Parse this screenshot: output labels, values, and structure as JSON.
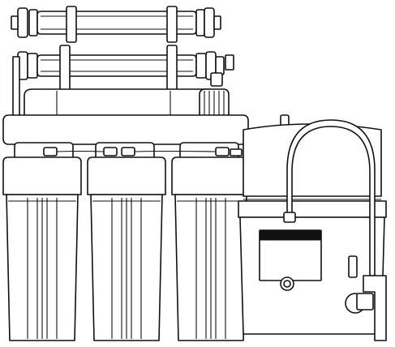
{
  "image": {
    "kind": "line-art illustration",
    "subject": "reverse-osmosis-water-filter-system",
    "text_labels": []
  },
  "colors": {
    "stroke": "#111111",
    "fill": "#ffffff"
  },
  "components": {
    "inline_filters": 2,
    "housings": 3,
    "storage_tank": 1,
    "faucet": 1
  }
}
